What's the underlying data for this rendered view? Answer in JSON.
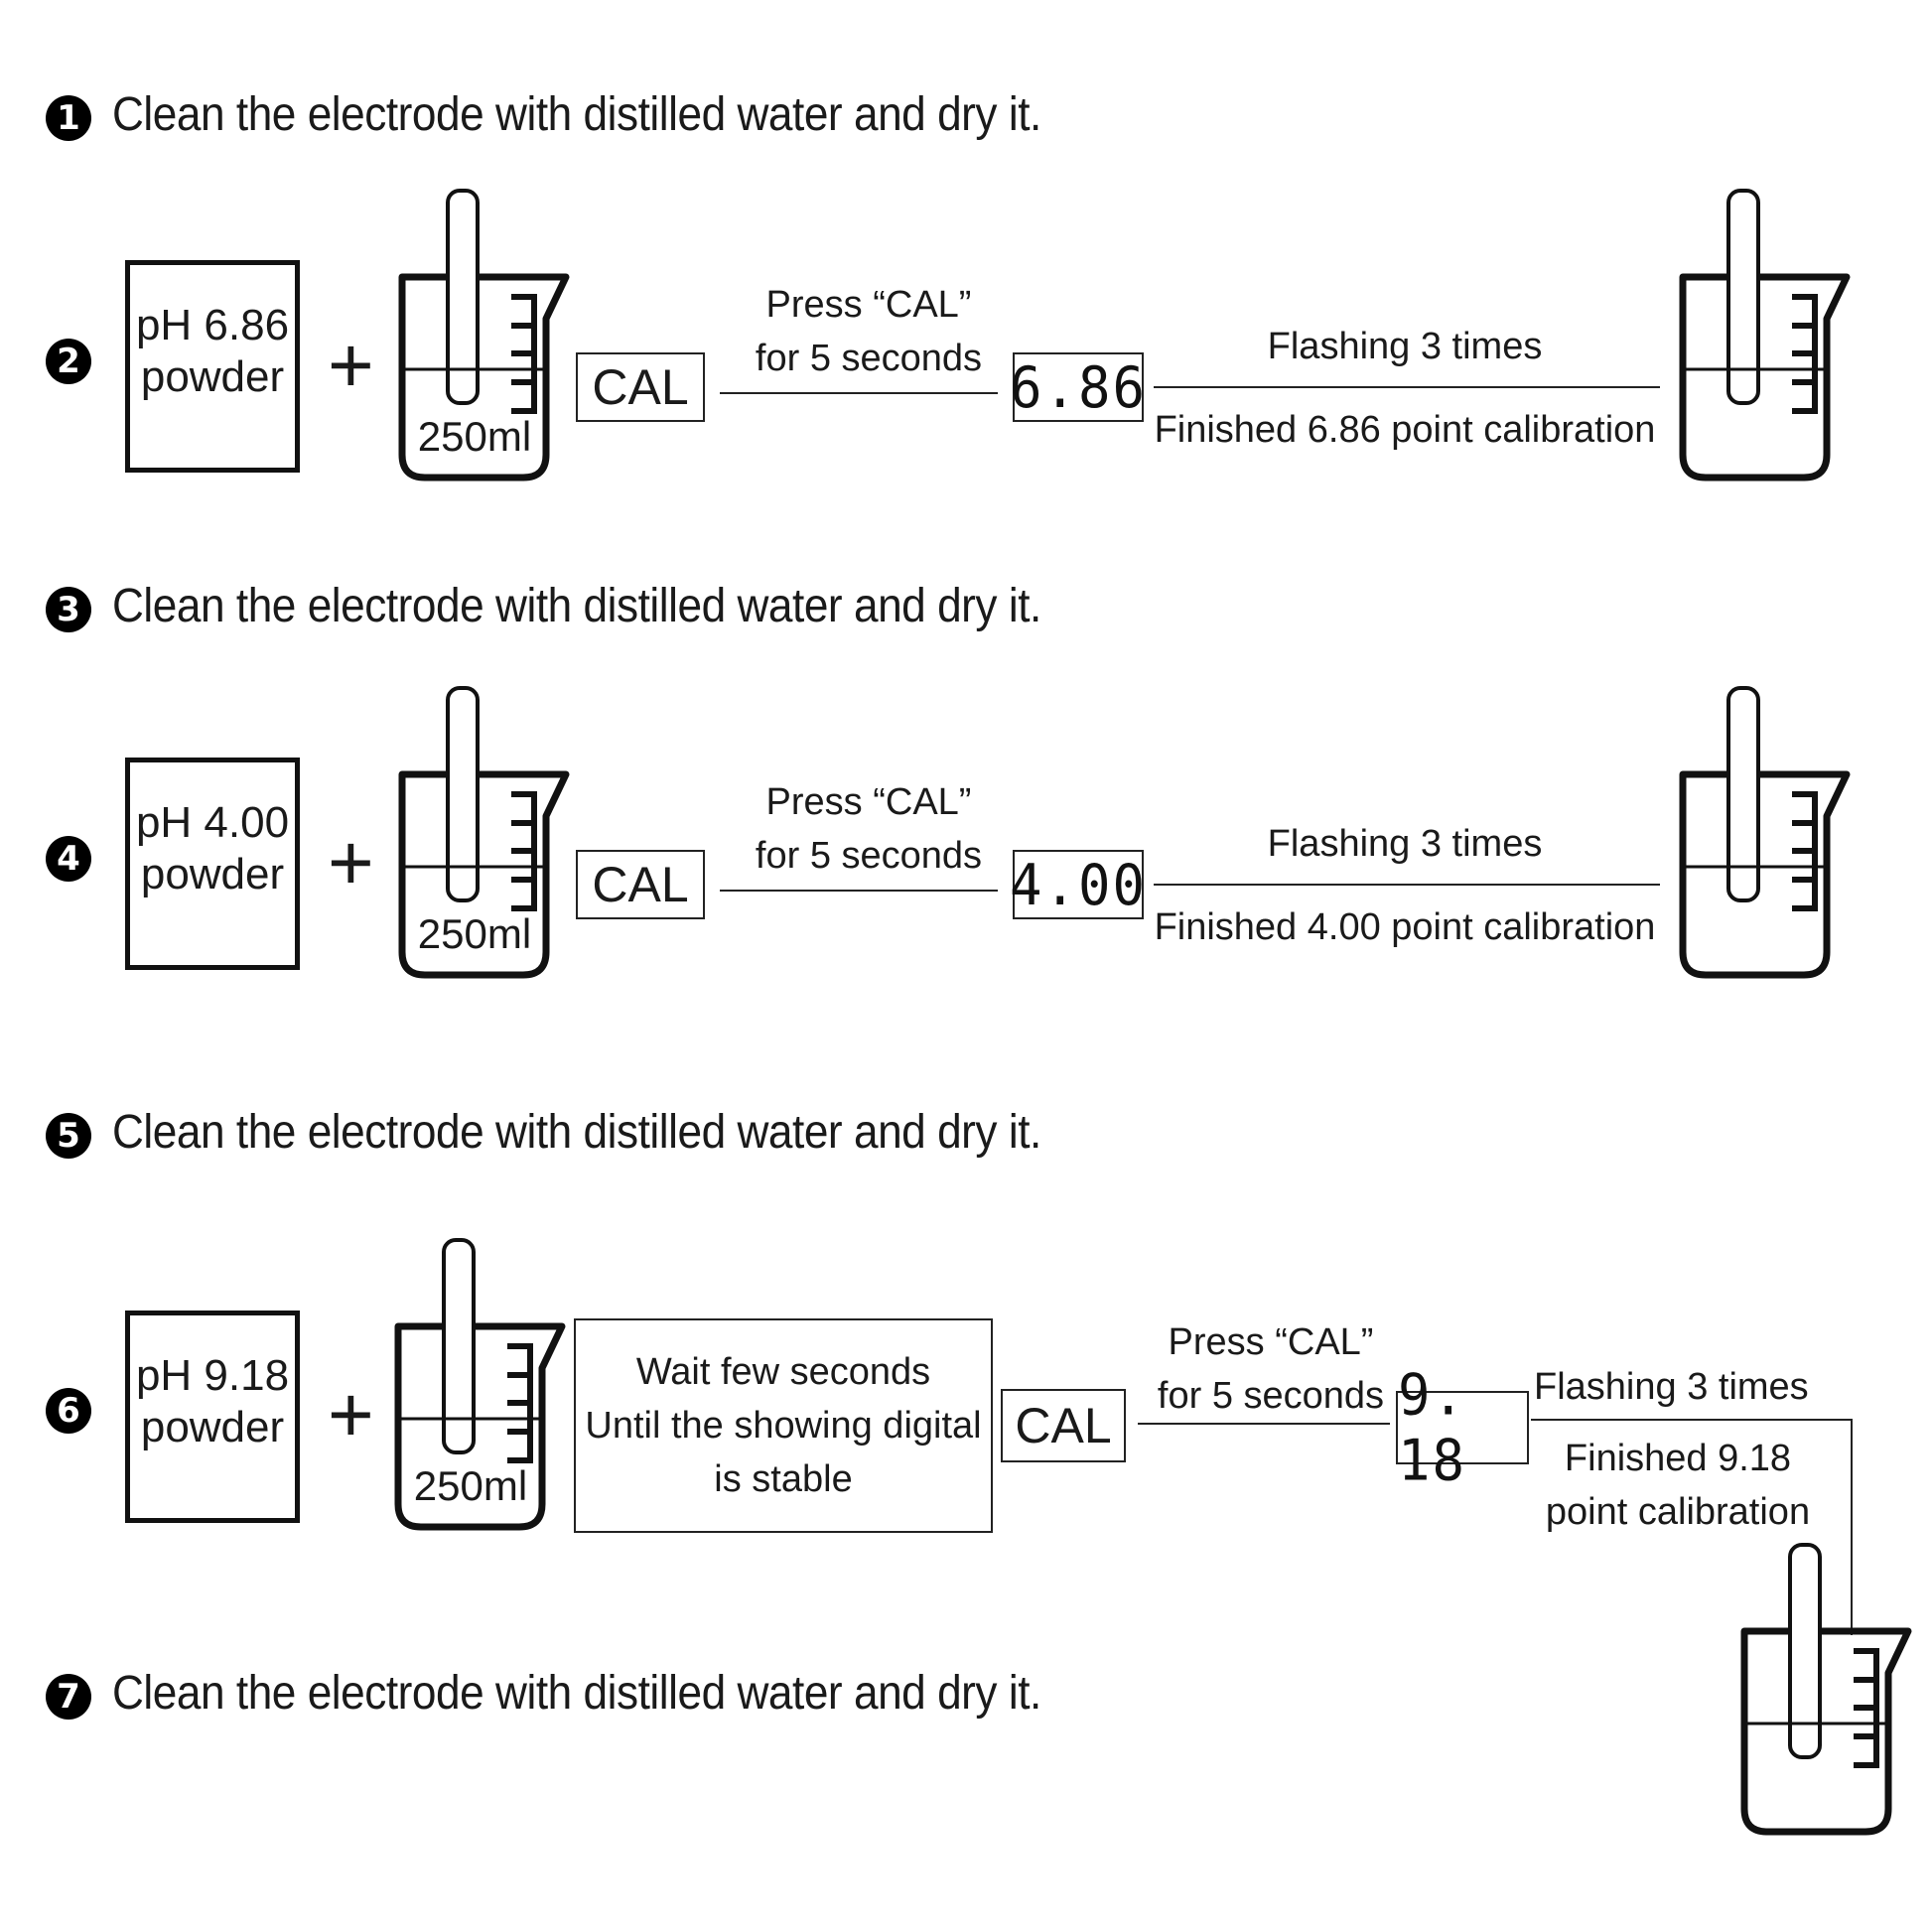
{
  "steps": [
    {
      "number": "1",
      "text": "Clean the electrode with distilled water and dry it."
    },
    {
      "number": "2"
    },
    {
      "number": "3",
      "text": "Clean the electrode with distilled water and dry it."
    },
    {
      "number": "4"
    },
    {
      "number": "5",
      "text": "Clean the electrode with distilled water and dry it."
    },
    {
      "number": "6"
    },
    {
      "number": "7",
      "text": "Clean the electrode with distilled water and dry it."
    }
  ],
  "calibrations": [
    {
      "powder_line1": "pH 6.86",
      "powder_line2": "powder",
      "plus": "+",
      "beaker_volume": "250ml",
      "button": "CAL",
      "press_line1": "Press  “CAL”",
      "press_line2": "for 5 seconds",
      "display": "6.86",
      "flash_label": "Flashing 3 times",
      "finished_label": "Finished 6.86 point calibration"
    },
    {
      "powder_line1": "pH 4.00",
      "powder_line2": "powder",
      "plus": "+",
      "beaker_volume": "250ml",
      "button": "CAL",
      "press_line1": "Press  “CAL”",
      "press_line2": "for 5 seconds",
      "display": "4.00",
      "flash_label": "Flashing 3 times",
      "finished_label": "Finished 4.00 point calibration"
    },
    {
      "powder_line1": "pH 9.18",
      "powder_line2": "powder",
      "plus": "+",
      "beaker_volume": "250ml",
      "wait_line1": "Wait few seconds",
      "wait_line2": "Until the showing digital",
      "wait_line3": "is stable",
      "button": "CAL",
      "press_line1": "Press  “CAL”",
      "press_line2": "for 5 seconds",
      "display": "9. 18",
      "flash_label": "Flashing 3 times",
      "finished_line1": "Finished 9.18",
      "finished_line2": "point calibration"
    }
  ],
  "icons": {
    "step_badge": "filled-circle-number",
    "beaker": "beaker-with-electrode-icon"
  }
}
